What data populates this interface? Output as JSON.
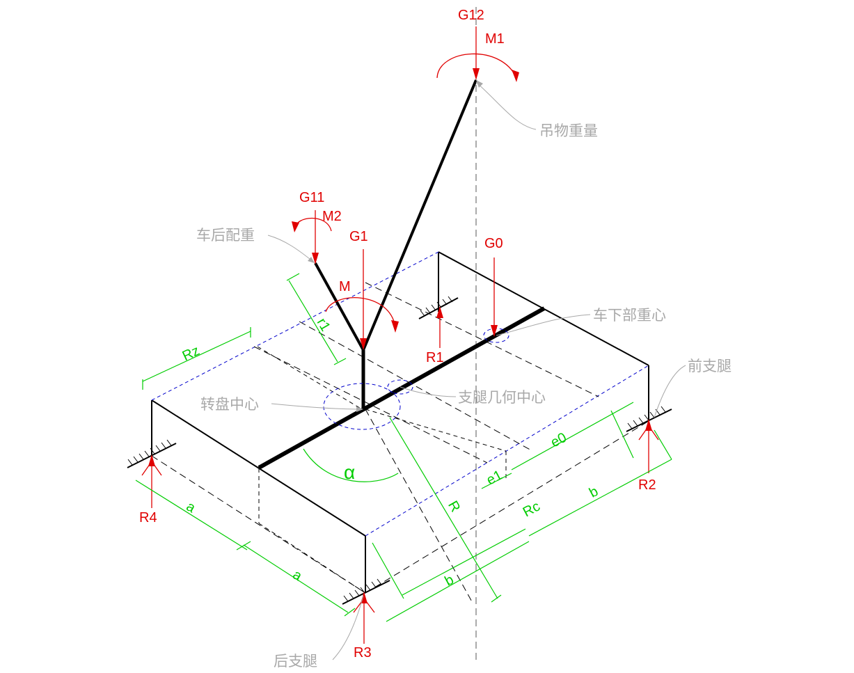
{
  "forces": {
    "g12": "G12",
    "m1": "M1",
    "g11": "G11",
    "m2": "M2",
    "g1": "G1",
    "m": "M",
    "g0": "G0",
    "r1": "R1",
    "r2": "R2",
    "r3": "R3",
    "r4": "R4"
  },
  "dims": {
    "rz": "Rz",
    "r1_len": "r1",
    "alpha": "α",
    "r": "R",
    "e0": "e0",
    "e1": "e1",
    "rc": "Rc",
    "b_right": "b",
    "b_front": "b",
    "a_upper": "a",
    "a_lower": "a"
  },
  "callouts": {
    "load_weight": "吊物重量",
    "rear_counterweight": "车后配重",
    "chassis_cg": "车下部重心",
    "turntable_center": "转盘中心",
    "outrigger_center": "支腿几何中心",
    "front_outrigger": "前支腿",
    "rear_outrigger": "后支腿"
  },
  "colors": {
    "force": "#e00000",
    "dimension": "#00cc00",
    "callout": "#a8a8a8",
    "outline": "#000000",
    "hidden_edge": "#0000cc"
  }
}
